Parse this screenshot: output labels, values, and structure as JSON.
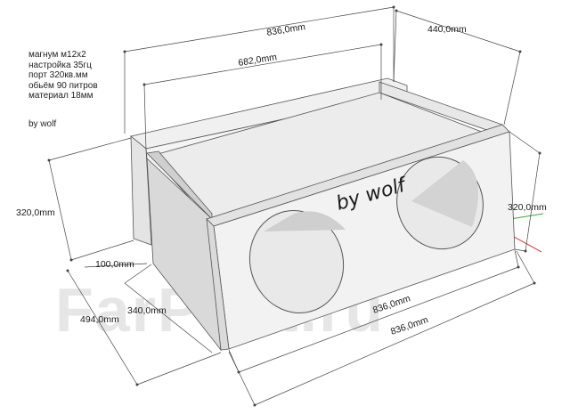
{
  "notes": [
    "магнум м12х2",
    "настройка 35гц",
    "порт 320кв.мм",
    "обьём 90 питров",
    "материал 18мм"
  ],
  "author": "by wolf",
  "front_inscription": "by wolf",
  "watermark": "FarPost.ru",
  "dimensions": {
    "top_length": "836,0mm",
    "inner_length": "682,0mm",
    "depth": "440,0mm",
    "height_left": "320,0mm",
    "height_right": "320,0mm",
    "port_width": "100,0mm",
    "inner_depth": "340,0mm",
    "outer_depth": "494,0mm",
    "front_length_1": "836,0mm",
    "front_length_2": "836,0mm"
  }
}
